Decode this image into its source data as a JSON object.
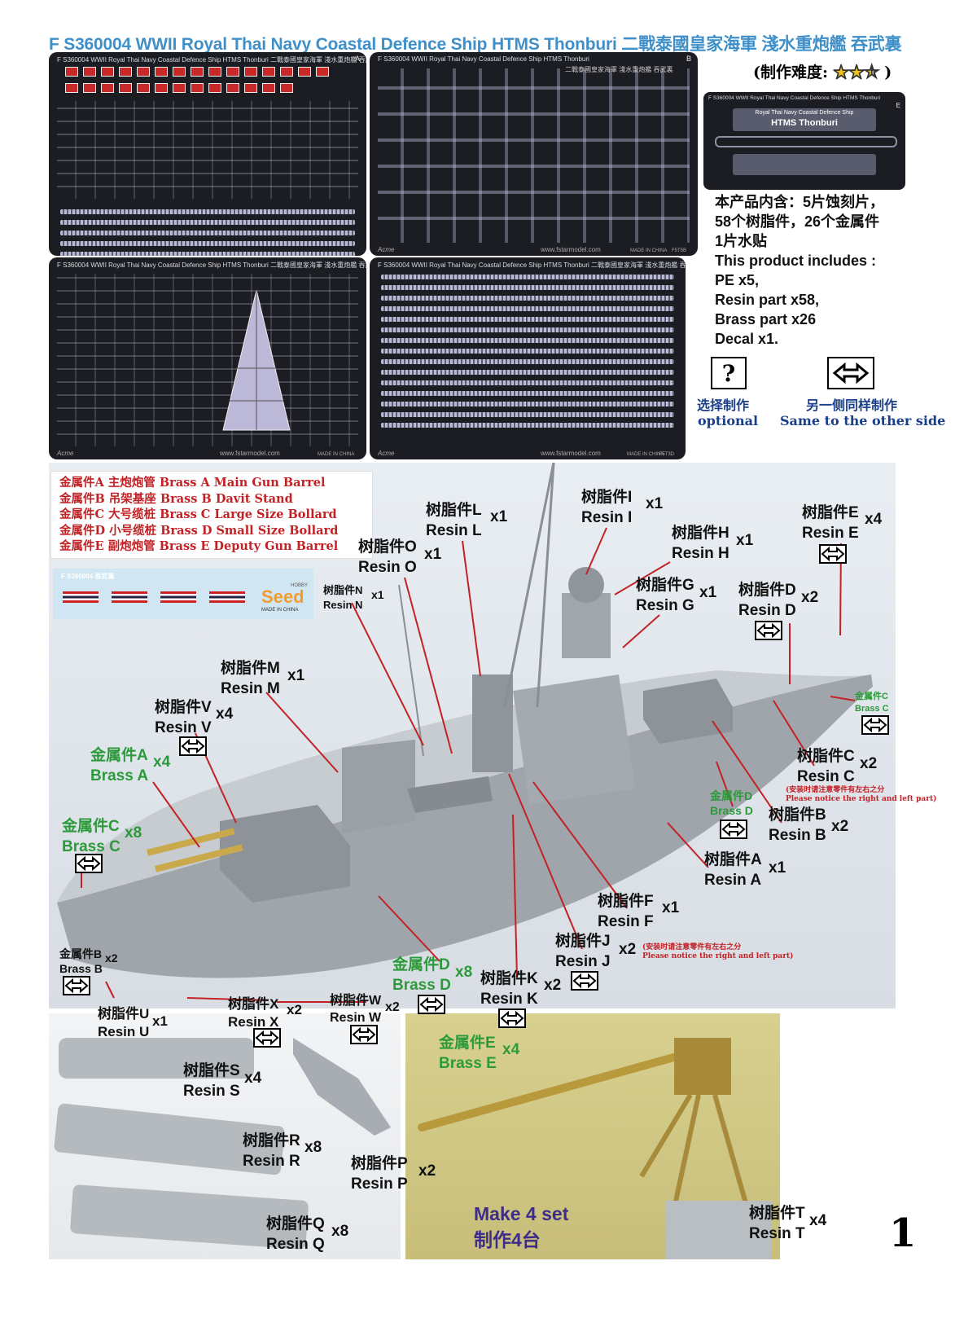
{
  "header": {
    "title": "F S360004 WWII Royal Thai Navy Coastal Defence Ship HTMS Thonburi 二戰泰國皇家海軍 淺水重炮艦 吞武裏",
    "difficulty_label": "(制作难度:",
    "difficulty_close": ")",
    "difficulty_stars": 2.5
  },
  "sheets": {
    "a": {
      "header": "F S360004 WWII Royal Thai Navy Coastal Defence Ship HTMS Thonburi 二戰泰國皇家海軍 淺水重炮艦 吞武裏",
      "letter": "A"
    },
    "b": {
      "header": "F S360004 WWII Royal Thai Navy Coastal Defence Ship HTMS Thonburi",
      "sub": "二戰泰國皇家海軍 淺水重炮艦 吞武裏",
      "letter": "B",
      "brand": "Acme",
      "url": "www.fstarmodel.com",
      "made": "MADE IN CHINA",
      "code": "F5T5B"
    },
    "c": {
      "header": "F S360004 WWII Royal Thai Navy Coastal Defence Ship HTMS Thonburi 二戰泰國皇家海軍 淺水重炮艦 吞武裏",
      "brand": "Acme",
      "url": "www.fstarmodel.com",
      "made": "MADE IN CHINA"
    },
    "d": {
      "header": "F S360004 WWII Royal Thai Navy Coastal Defence Ship HTMS Thonburi 二戰泰國皇家海軍 淺水重炮艦 吞武裏",
      "brand": "Acme",
      "url": "www.fstarmodel.com",
      "made": "MADE IN CHINA",
      "code": "F5T3D"
    },
    "e": {
      "header": "F S360004 WWII Royal Thai Navy Coastal Defence Ship HTMS Thonburi",
      "letter": "E",
      "plate_line1": "Royal Thai Navy Coastal Defence Ship",
      "plate_line2": "HTMS Thonburi"
    }
  },
  "contents": {
    "zh": [
      "本产品内含：5片蚀刻片，",
      "58个树脂件，26个金属件",
      "1片水贴"
    ],
    "en": [
      "This product includes :",
      "PE x5,",
      "Resin part x58,",
      "Brass part x26",
      "Decal x1."
    ]
  },
  "icons": {
    "optional": {
      "symbol": "?",
      "zh": "选择制作",
      "en": "optional"
    },
    "same_side": {
      "zh": "另一侧同样制作",
      "en": "Same to the other side"
    }
  },
  "legend": [
    "金属件A 主炮炮管 Brass A Main Gun Barrel",
    "金属件B 吊架基座 Brass B Davit Stand",
    "金属件C 大号缆桩 Brass C Large Size Bollard",
    "金属件D 小号缆桩 Brass D Small Size Bollard",
    "金属件E 副炮炮管 Brass E Deputy Gun Barrel"
  ],
  "decal": {
    "code": "F S360004 吞武裏",
    "brand": "Seed",
    "brand_sub": "HOBBY",
    "made": "MADE IN CHINA"
  },
  "callouts": [
    {
      "zh": "树脂件L",
      "en": "Resin L",
      "qty": "x1"
    },
    {
      "zh": "树脂件I",
      "en": "Resin I",
      "qty": "x1"
    },
    {
      "zh": "树脂件E",
      "en": "Resin E",
      "qty": "x4"
    },
    {
      "zh": "树脂件O",
      "en": "Resin O",
      "qty": "x1"
    },
    {
      "zh": "树脂件H",
      "en": "Resin H",
      "qty": "x1"
    },
    {
      "zh": "树脂件N",
      "en": "Resin N",
      "qty": "x1"
    },
    {
      "zh": "树脂件G",
      "en": "Resin G",
      "qty": "x1"
    },
    {
      "zh": "树脂件D",
      "en": "Resin D",
      "qty": "x2"
    },
    {
      "zh": "树脂件M",
      "en": "Resin M",
      "qty": "x1"
    },
    {
      "zh": "树脂件V",
      "en": "Resin V",
      "qty": "x4"
    },
    {
      "zh": "金属件A",
      "en": "Brass A",
      "qty": "x4"
    },
    {
      "zh": "金属件C",
      "en": "Brass C",
      "qty": "x8"
    },
    {
      "zh": "金属件C",
      "en": "Brass C",
      "qty": ""
    },
    {
      "zh": "树脂件C",
      "en": "Resin C",
      "qty": "x2"
    },
    {
      "zh": "金属件D",
      "en": "Brass D",
      "qty": ""
    },
    {
      "zh": "树脂件B",
      "en": "Resin B",
      "qty": "x2"
    },
    {
      "zh": "树脂件A",
      "en": "Resin A",
      "qty": "x1"
    },
    {
      "zh": "树脂件F",
      "en": "Resin F",
      "qty": "x1"
    },
    {
      "zh": "树脂件J",
      "en": "Resin J",
      "qty": "x2"
    },
    {
      "zh": "金属件B",
      "en": "Brass B",
      "qty": "x2"
    },
    {
      "zh": "金属件D",
      "en": "Brass D",
      "qty": "x8"
    },
    {
      "zh": "树脂件K",
      "en": "Resin K",
      "qty": "x2"
    },
    {
      "zh": "树脂件X",
      "en": "Resin X",
      "qty": "x2"
    },
    {
      "zh": "树脂件W",
      "en": "Resin W",
      "qty": "x2"
    },
    {
      "zh": "树脂件U",
      "en": "Resin U",
      "qty": "x1"
    },
    {
      "zh": "树脂件S",
      "en": "Resin S",
      "qty": "x4"
    },
    {
      "zh": "金属件E",
      "en": "Brass E",
      "qty": "x4"
    },
    {
      "zh": "树脂件R",
      "en": "Resin R",
      "qty": "x8"
    },
    {
      "zh": "树脂件P",
      "en": "Resin P",
      "qty": "x2"
    },
    {
      "zh": "树脂件Q",
      "en": "Resin Q",
      "qty": "x8"
    },
    {
      "zh": "树脂件T",
      "en": "Resin T",
      "qty": "x4"
    }
  ],
  "notes": {
    "resin_c": "(安装时请注意零件有左右之分\nPlease notice the right and left part)",
    "resin_j_zh": "(安装时请注意零件有左右之分",
    "resin_j_en": "Please notice the right and left part)"
  },
  "make": {
    "en": "Make 4 set",
    "zh": "制作4台"
  },
  "page_number": "1"
}
